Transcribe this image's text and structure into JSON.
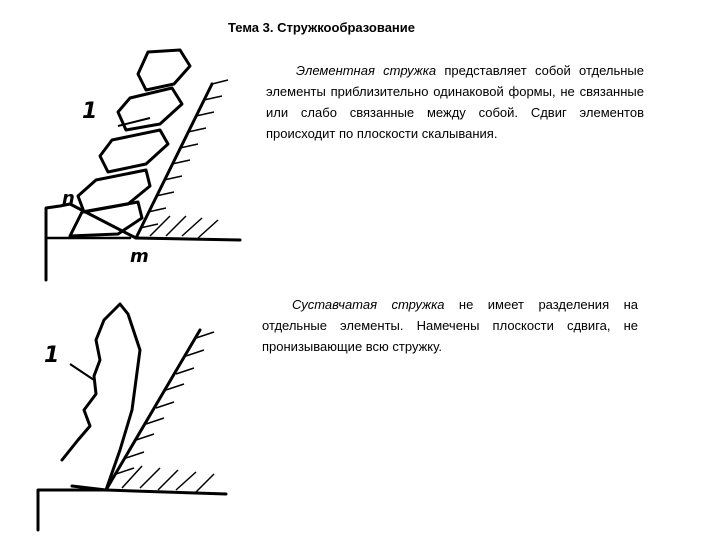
{
  "title": "Тема 3. Стружкообразование",
  "section1": {
    "term": "Элементная стружка",
    "text": " представляет собой отдельные элементы приблизительно одинаковой формы, не связанные или слабо связанные между собой. Сдвиг элементов происходит по плоскости скалывания."
  },
  "section2": {
    "term": "Суставчатая стружка",
    "text": " не имеет разделения на отдельные элементы. Намечены плоскости сдвига, не пронизывающие всю стружку."
  },
  "figure1": {
    "label_chip": "1",
    "label_n": "n",
    "label_m": "m"
  },
  "figure2": {
    "label_chip": "1"
  }
}
